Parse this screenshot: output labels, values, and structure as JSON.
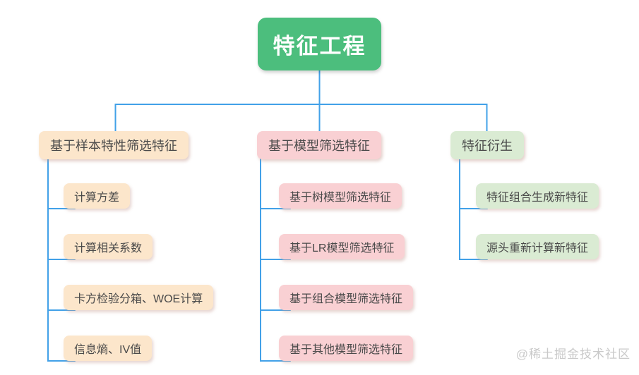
{
  "tree": {
    "root": {
      "label": "特征工程"
    },
    "branches": [
      {
        "label": "基于样本特性筛选特征",
        "children": [
          "计算方差",
          "计算相关系数",
          "卡方检验分箱、WOE计算",
          "信息熵、IV值"
        ]
      },
      {
        "label": "基于模型筛选特征",
        "children": [
          "基于树模型筛选特征",
          "基于LR模型筛选特征",
          "基于组合模型筛选特征",
          "基于其他模型筛选特征"
        ]
      },
      {
        "label": "特征衍生",
        "children": [
          "特征组合生成新特征",
          "源头重新计算新特征"
        ]
      }
    ]
  },
  "watermark": "@稀土掘金技术社区",
  "colors": {
    "root_bg": "#4cbe7d",
    "root_text": "#ffffff",
    "connector": "#42a1e8",
    "peach_bg": "#fce6cb",
    "pink_bg": "#f9d0d3",
    "green_bg": "#daebd3",
    "node_text": "#4a4a4a",
    "watermark_color": "#c9c9c9"
  }
}
